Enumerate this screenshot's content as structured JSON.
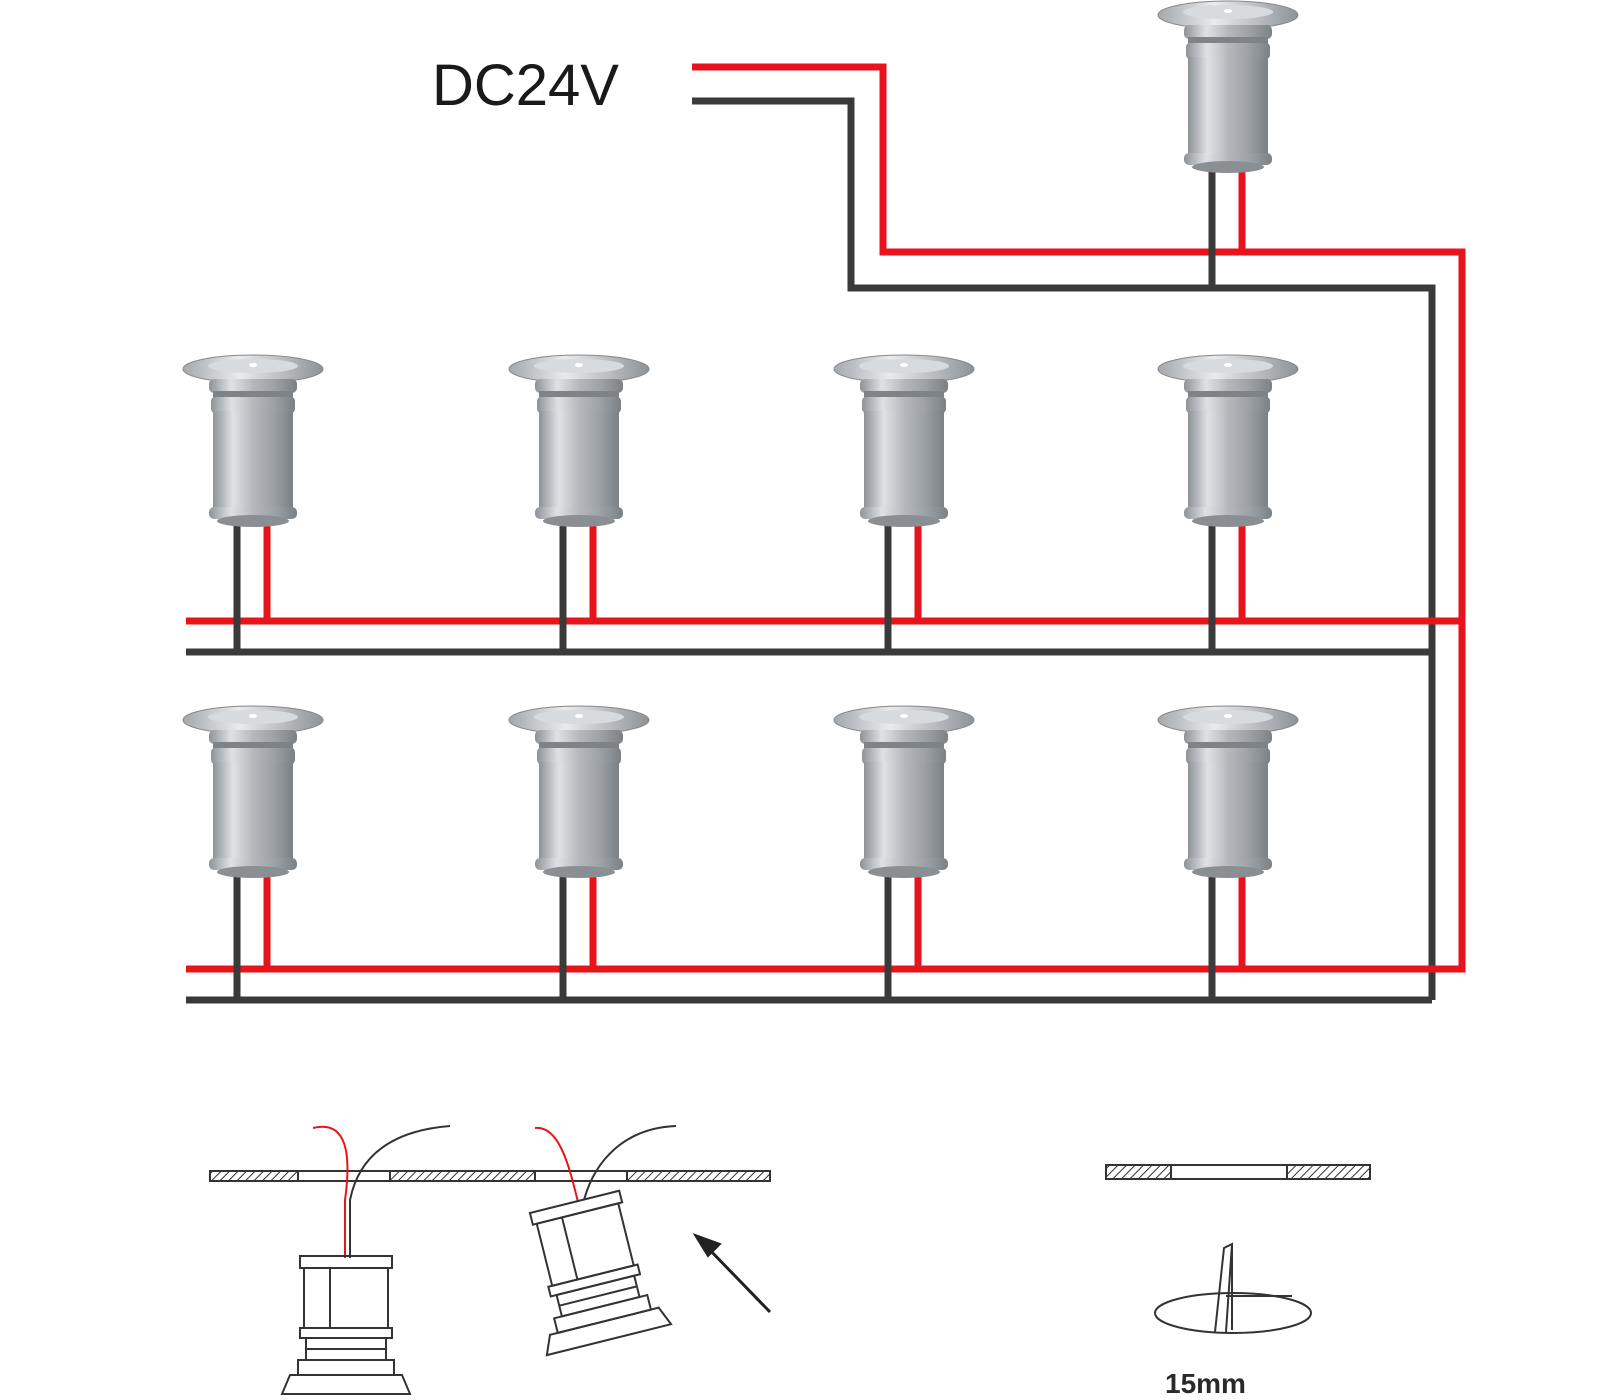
{
  "supply_label": "DC24V",
  "dimension_label": "15mm",
  "colors": {
    "positive_wire": "#e8141b",
    "negative_wire": "#3a3a3a",
    "fixture_metal": "#b8bcc0",
    "line_art": "#333333"
  },
  "fixture_rows": [
    {
      "name": "row-1",
      "fixture_count": 4
    },
    {
      "name": "row-2",
      "fixture_count": 4
    }
  ],
  "top_fixture_count": 1,
  "icons": [
    "recessed-light-icon",
    "installation-arrow-icon",
    "drill-hole-icon"
  ]
}
